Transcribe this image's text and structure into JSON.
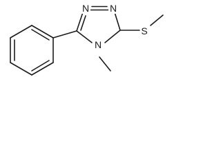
{
  "molecule": {
    "atoms": {
      "n1": "N",
      "n2": "N",
      "n4": "N",
      "s": "S",
      "methyl_n": "CH3",
      "methyl_s": "CH3"
    },
    "substituents": {
      "n4_methyl_label": ""
    },
    "colors": {
      "bond": "#1a1a1a",
      "text": "#1a1a1a",
      "background": "#ffffff"
    }
  }
}
